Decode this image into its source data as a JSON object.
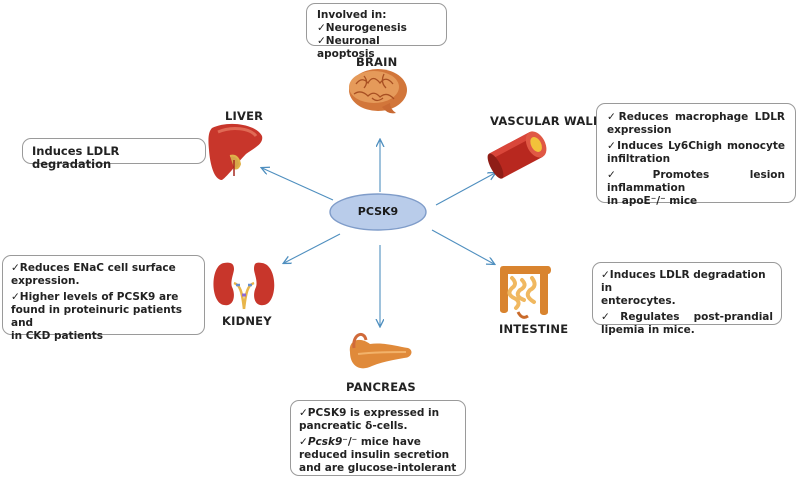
{
  "center": {
    "label": "PCSK9"
  },
  "colors": {
    "arrow": "#4f8fbf",
    "hub_fill": "#b9ccea",
    "hub_border": "#7f9cc9",
    "box_border": "#9a9a9a",
    "organ_red": "#c8362b",
    "organ_orange": "#e08a3a"
  },
  "organs": {
    "brain": {
      "label": "BRAIN",
      "icon": "brain-icon",
      "box_title": "Involved in:",
      "items": [
        "✓Neurogenesis",
        "✓Neuronal apoptosis"
      ]
    },
    "liver": {
      "label": "LIVER",
      "icon": "liver-icon",
      "items": [
        "Induces LDLR degradation"
      ]
    },
    "vascular_wall": {
      "label": "VASCULAR WALL",
      "icon": "vessel-icon",
      "lines": [
        "✓Reduces macrophage LDLR",
        "expression",
        "✓Induces Ly6Chigh monocyte",
        "infiltration",
        "✓Promotes lesion inflammation",
        "in apoE⁻/⁻ mice"
      ]
    },
    "kidney": {
      "label": "KIDNEY",
      "icon": "kidney-icon",
      "lines": [
        "✓Reduces ENaC cell surface",
        "expression.",
        "✓Higher levels of PCSK9 are",
        "found in proteinuric patients and",
        "in CKD patients"
      ]
    },
    "intestine": {
      "label": "INTESTINE",
      "icon": "intestine-icon",
      "lines": [
        "✓Induces LDLR degradation in",
        "enterocytes.",
        "✓Regulates post-prandial",
        "lipemia in mice."
      ]
    },
    "pancreas": {
      "label": "PANCREAS",
      "icon": "pancreas-icon",
      "lines": [
        "✓PCSK9 is expressed in",
        "pancreatic δ-cells.",
        "✓",
        "Pcsk9",
        "⁻/⁻ mice have",
        "reduced insulin secretion",
        "and are glucose-intolerant"
      ]
    }
  }
}
